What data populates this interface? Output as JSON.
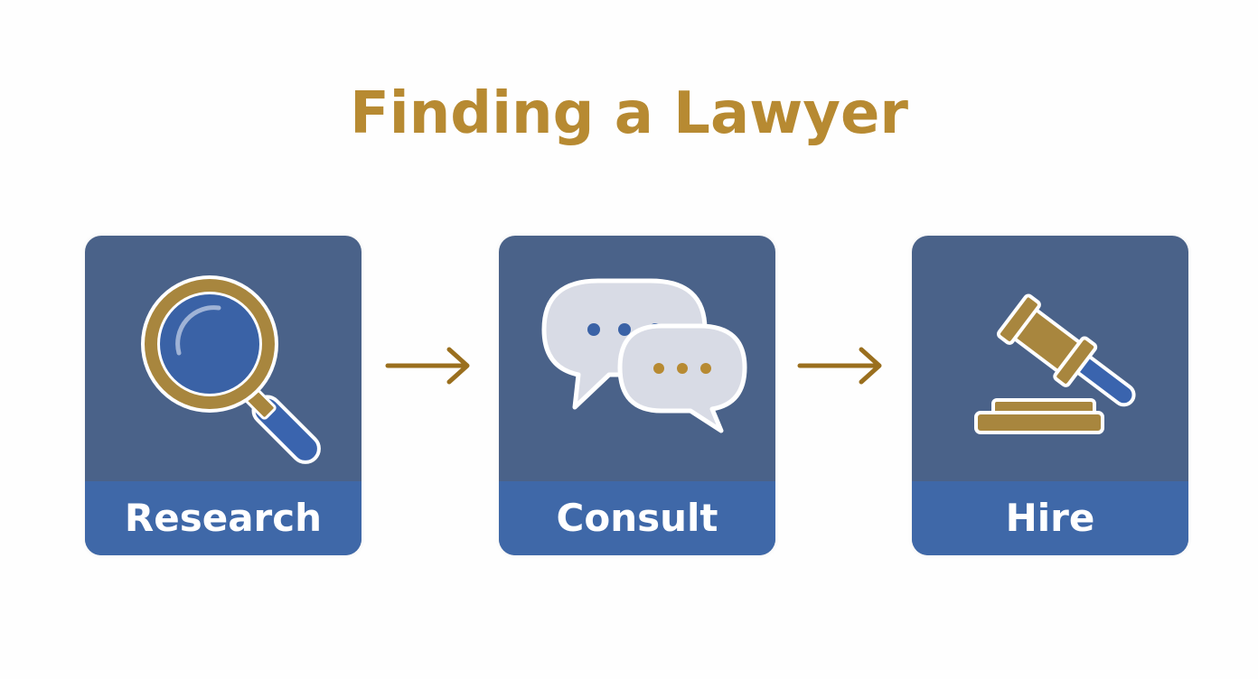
{
  "title": "Finding a Lawyer",
  "steps": [
    {
      "label": "Research",
      "icon": "magnifying-glass-icon"
    },
    {
      "label": "Consult",
      "icon": "chat-bubbles-icon"
    },
    {
      "label": "Hire",
      "icon": "gavel-icon"
    }
  ],
  "colors": {
    "title": "#b78a32",
    "card": "#4a6289",
    "label_band": "#3f68a8",
    "gold": "#a8863e",
    "arrow": "#9a6f1e"
  }
}
